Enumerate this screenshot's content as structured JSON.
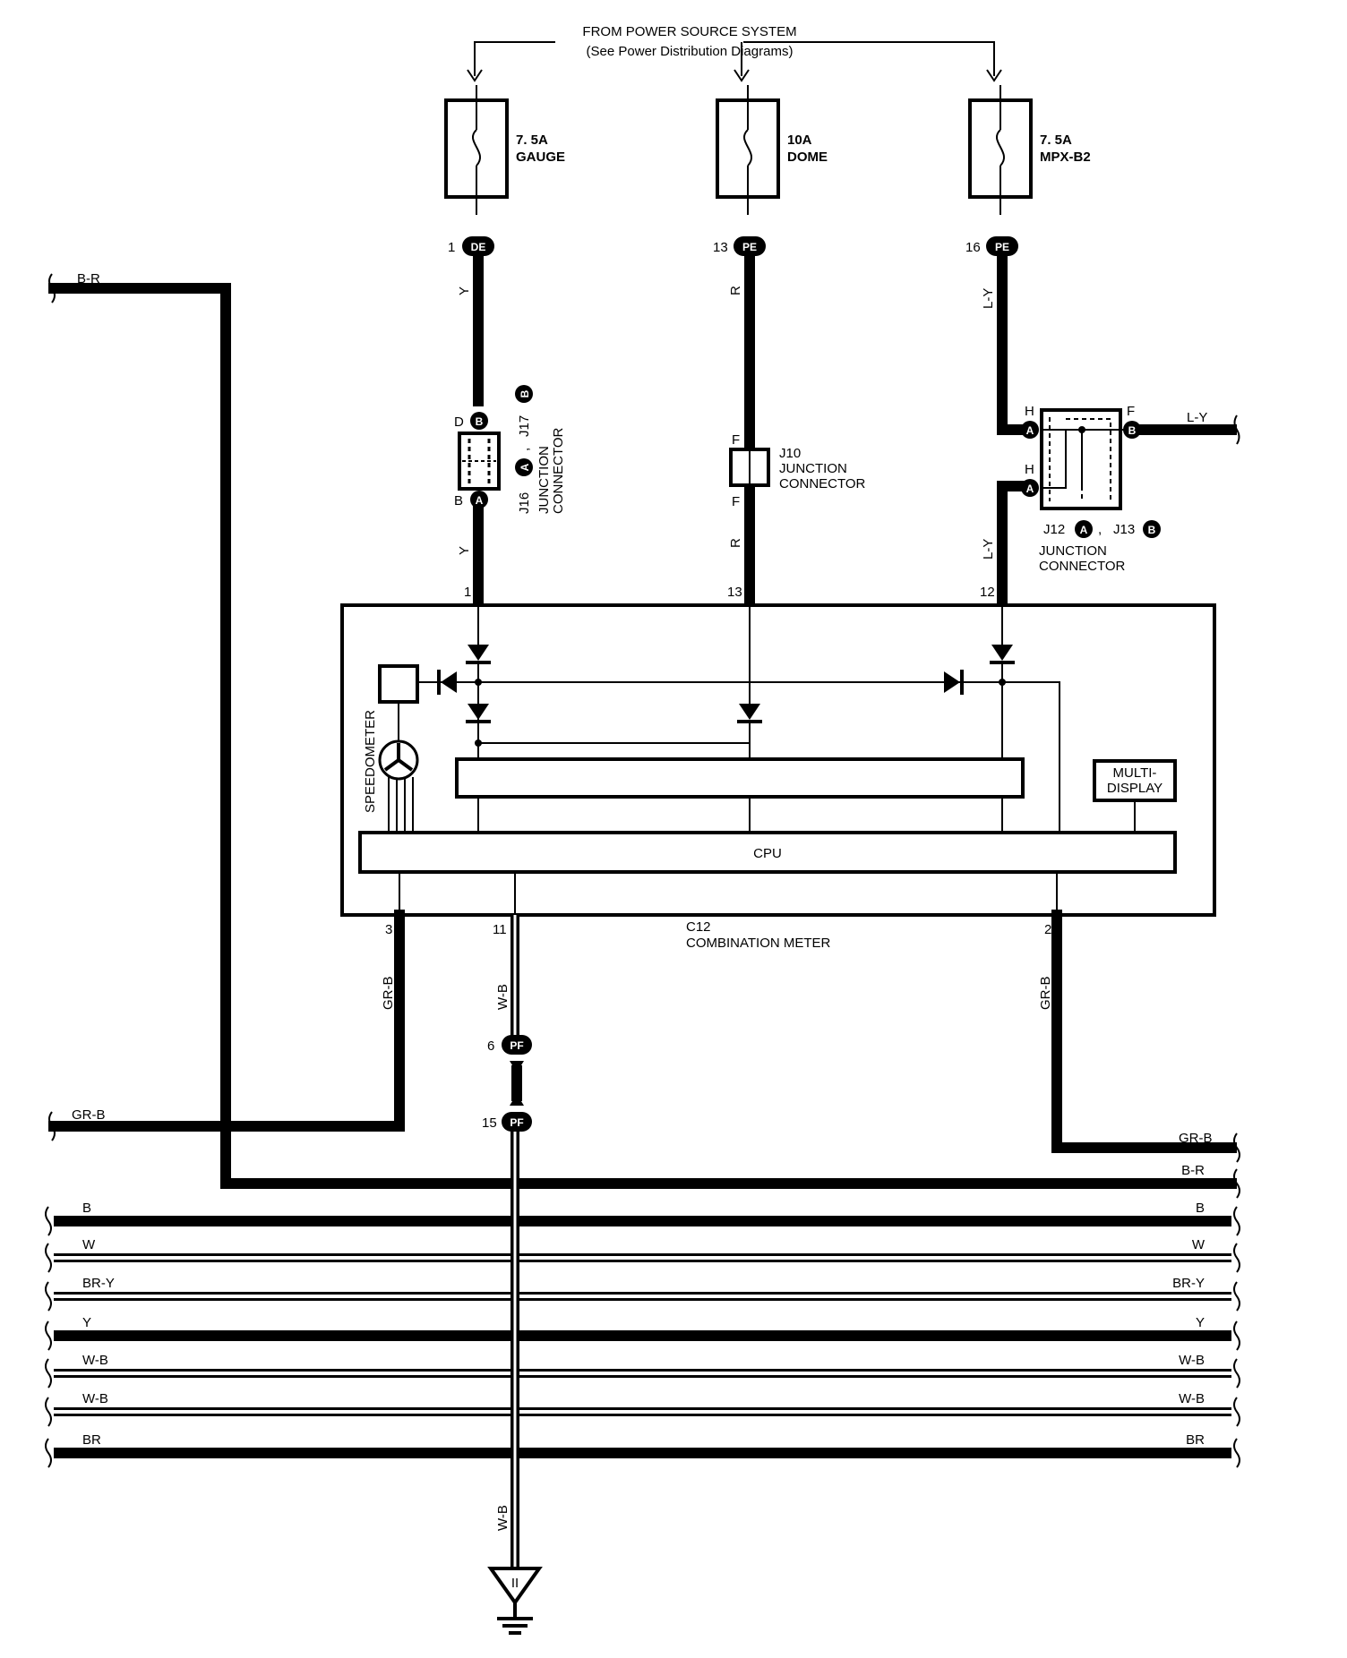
{
  "power_source": {
    "line1": "FROM POWER SOURCE SYSTEM",
    "line2": "(See Power Distribution Diagrams)"
  },
  "fuses": [
    {
      "rating": "7. 5A",
      "name": "GAUGE"
    },
    {
      "rating": "10A",
      "name": "DOME"
    },
    {
      "rating": "7. 5A",
      "name": "MPX-B2"
    }
  ],
  "connectors": {
    "de": {
      "pin": "1",
      "code": "DE"
    },
    "pe13": {
      "pin": "13",
      "code": "PE"
    },
    "pe16": {
      "pin": "16",
      "code": "PE"
    },
    "pf6": {
      "pin": "6",
      "code": "PF"
    },
    "pf15": {
      "pin": "15",
      "code": "PF"
    }
  },
  "wire_colors": {
    "y": "Y",
    "r": "R",
    "ly": "L-Y",
    "grb": "GR-B",
    "wb": "W-B",
    "br_left": "B-R"
  },
  "junctions": {
    "j16_j17": {
      "pin_top": "D",
      "pin_bottom": "B",
      "badge_top": "B",
      "badge_bottom": "A",
      "j16": "J16",
      "j17": "J17",
      "sep": ",",
      "name1": "JUNCTION",
      "name2": "CONNECTOR"
    },
    "j10": {
      "pin_top": "F",
      "pin_bottom": "F",
      "id": "J10",
      "name1": "JUNCTION",
      "name2": "CONNECTOR"
    },
    "j12_j13": {
      "pin_h1": "H",
      "pin_h2": "H",
      "pin_f": "F",
      "badge_a": "A",
      "badge_b": "B",
      "j12": "J12",
      "j13": "J13",
      "sep": ",",
      "name1": "JUNCTION",
      "name2": "CONNECTOR",
      "out_wire": "L-Y"
    }
  },
  "meter": {
    "id": "C12",
    "name": "COMBINATION METER",
    "cpu": "CPU",
    "multi_display_1": "MULTI-",
    "multi_display_2": "DISPLAY",
    "speedometer": "SPEEDOMETER",
    "pins": {
      "top_left": "1",
      "top_mid": "13",
      "top_right": "12",
      "bottom_3": "3",
      "bottom_11": "11",
      "bottom_2": "2"
    }
  },
  "left_wires": {
    "br": "B-R",
    "grb": "GR-B"
  },
  "right_grb": "GR-B",
  "bus": {
    "left": [
      "B",
      "W",
      "BR-Y",
      "Y",
      "W-B",
      "W-B",
      "BR"
    ],
    "right": [
      "B-R",
      "B",
      "W",
      "BR-Y",
      "Y",
      "W-B",
      "W-B",
      "BR"
    ]
  },
  "ground": {
    "wire": "W-B",
    "label": "II"
  }
}
